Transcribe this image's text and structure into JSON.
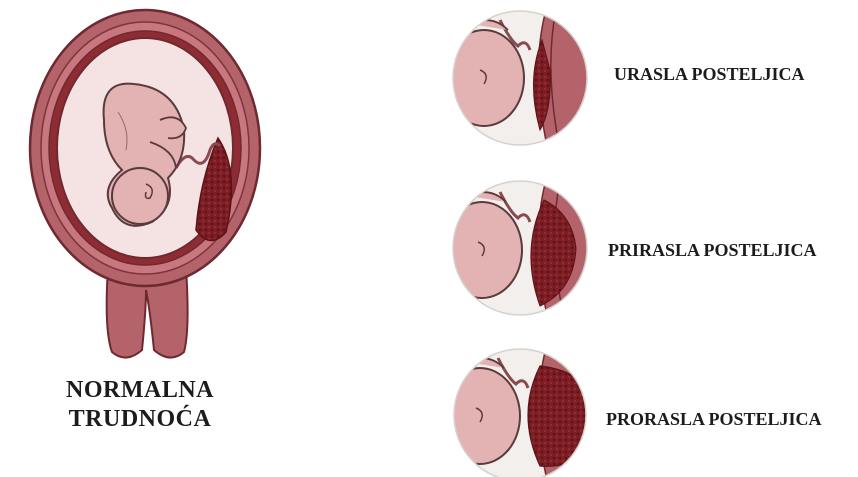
{
  "main_label": {
    "line1": "NORMALNA",
    "line2": "TRUDNOĆA"
  },
  "conditions": [
    {
      "label": "URASLA POSTELJICA"
    },
    {
      "label": "PRIRASLA POSTELJICA"
    },
    {
      "label": "PRORASLA POSTELJICA"
    }
  ],
  "colors": {
    "uterus_wall": "#b5636b",
    "uterus_outline": "#6e2a30",
    "uterus_inner": "#e9c4c5",
    "amniotic": "#f5e3e4",
    "fetus": "#e3b2b3",
    "placenta": "#7d1e24",
    "circle_bg": "#f2efec"
  }
}
